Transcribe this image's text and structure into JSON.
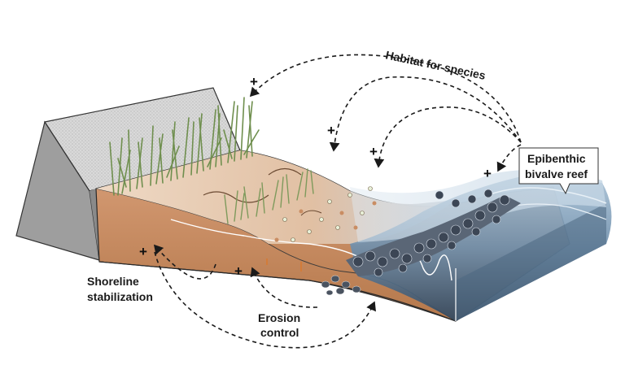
{
  "labels": {
    "habitat": "Habitat for species",
    "reef_line1": "Epibenthic",
    "reef_line2": "bivalve reef",
    "shoreline_line1": "Shoreline",
    "shoreline_line2": "stabilization",
    "erosion_line1": "Erosion",
    "erosion_line2": "control"
  },
  "plus_sign": "+",
  "colors": {
    "seawall_front": "#9e9e9e",
    "seawall_top": "#cfcfcf",
    "soil": "#c48a5c",
    "sand": "#e9d3bf",
    "water": "#5f7f9c",
    "marsh_grass": "#7e9a5c",
    "reef": "#4a5566",
    "arrow": "#1a1a1a"
  },
  "icons": [
    "seawall-icon",
    "marsh-grass-icon",
    "oyster-reef-icon",
    "arrow-icon"
  ]
}
